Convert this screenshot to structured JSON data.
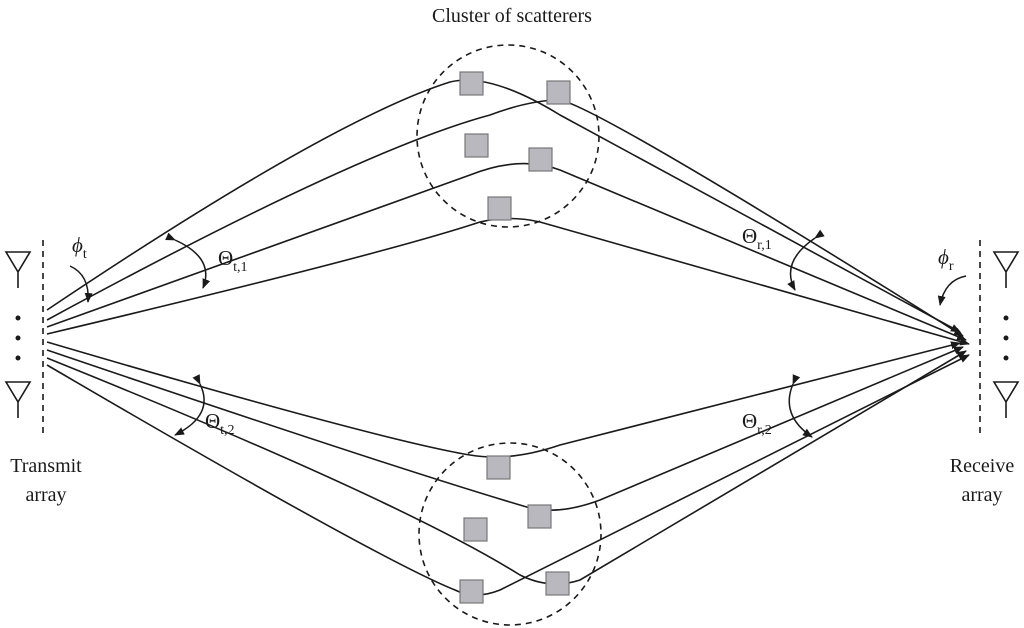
{
  "labels": {
    "cluster_title": "Cluster of scatterers",
    "transmit_line1": "Transmit",
    "transmit_line2": "array",
    "receive_line1": "Receive",
    "receive_line2": "array",
    "phi_t": "ϕ",
    "phi_t_sub": "t",
    "phi_r": "ϕ",
    "phi_r_sub": "r",
    "theta_t1": "Θ",
    "theta_t1_sub": "t,1",
    "theta_r1": "Θ",
    "theta_r1_sub": "r,1",
    "theta_t2": "Θ",
    "theta_t2_sub": "t,2",
    "theta_r2": "Θ",
    "theta_r2_sub": "r,2",
    "tx_dots": ":",
    "rx_dots": ":"
  },
  "colors": {
    "ink": "#1a1a1a",
    "scatterer_fill": "#b8b8be",
    "scatterer_stroke": "#777777"
  }
}
